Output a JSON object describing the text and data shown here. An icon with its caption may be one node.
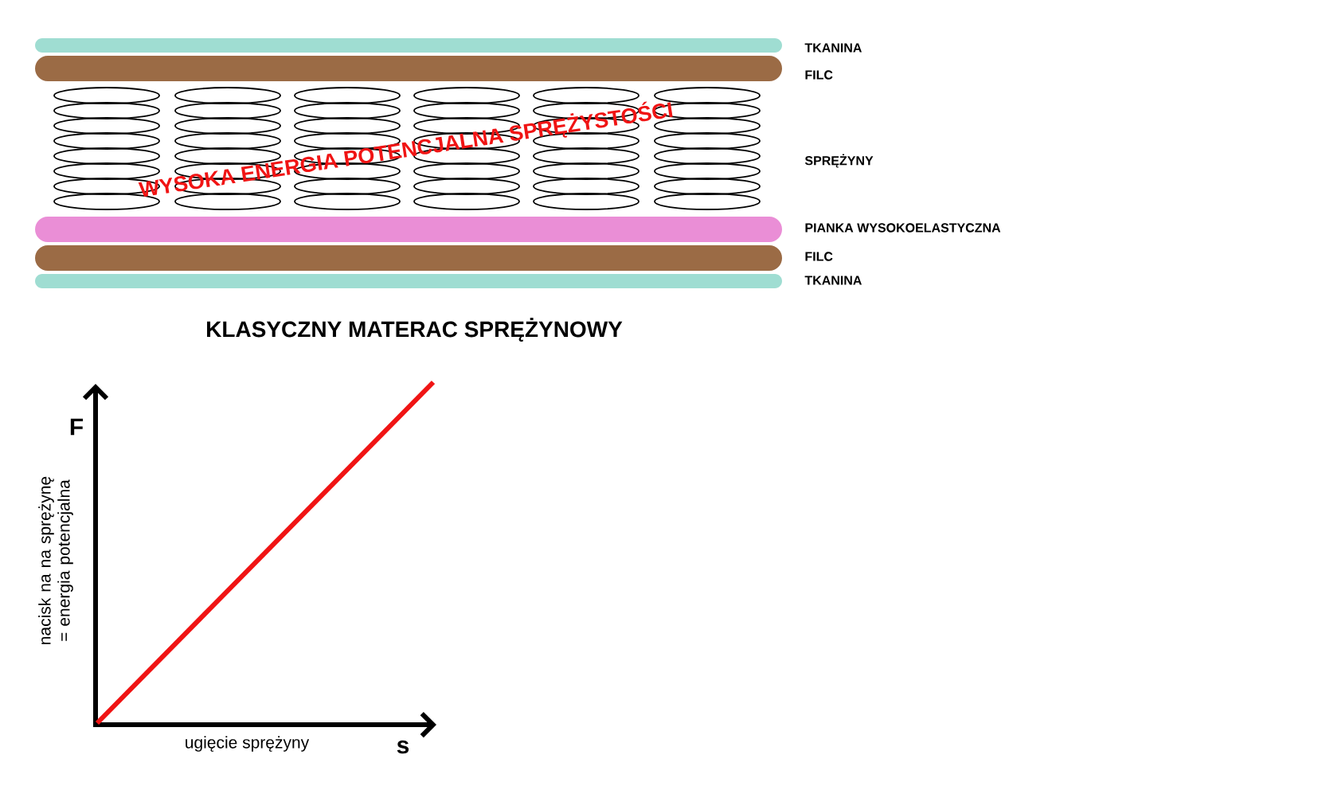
{
  "diagram": {
    "caption": "KLASYCZNY MATERAC SPRĘŻYNOWY",
    "labels": [
      "TKANINA",
      "FILC",
      "SPRĘŻYNY",
      "WYSOKA ENERGIA POTENCJALNA SPRĘŻYSTOŚCI",
      "PIANKA WYSOKOELASTYCZNA",
      "FILC",
      "TKANINA",
      "F",
      "nacisk na na sprężynę = energia potencjalna",
      "ugięcie sprężyny",
      "s"
    ]
  }
}
